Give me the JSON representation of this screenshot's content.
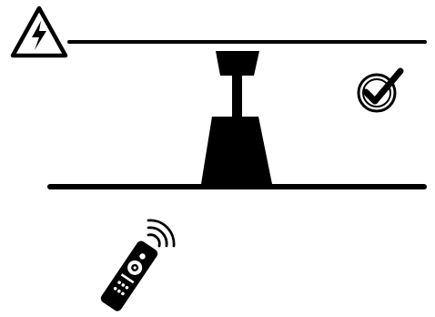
{
  "diagram": {
    "kind": "ceiling-fan-installation-illustration",
    "elements": {
      "warning_icon": "electrical-hazard-warning-icon",
      "ceiling_line": "ceiling-line",
      "fan_canopy": "fan-canopy",
      "downrod": "downrod",
      "fan_motor_housing": "motor-housing",
      "blade_line": "fan-blade",
      "approval_icon": "checkmark-badge-icon",
      "remote_icon": "remote-control-icon",
      "signal_icon": "wireless-signal-icon"
    },
    "colors": {
      "ink": "#000000",
      "background": "#ffffff"
    }
  }
}
